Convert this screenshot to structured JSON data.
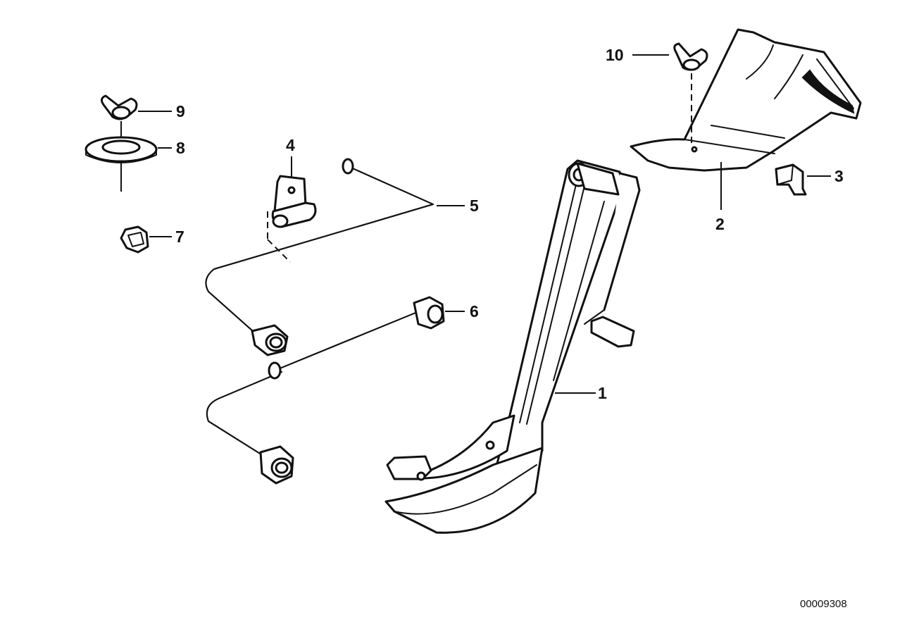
{
  "diagram": {
    "reference_number": "00009308",
    "callouts": [
      {
        "id": "1",
        "label": "1"
      },
      {
        "id": "2",
        "label": "2"
      },
      {
        "id": "3",
        "label": "3"
      },
      {
        "id": "4",
        "label": "4"
      },
      {
        "id": "5",
        "label": "5"
      },
      {
        "id": "6",
        "label": "6"
      },
      {
        "id": "7",
        "label": "7"
      },
      {
        "id": "8",
        "label": "8"
      },
      {
        "id": "9",
        "label": "9"
      },
      {
        "id": "10",
        "label": "10"
      }
    ],
    "colors": {
      "line": "#111111",
      "background": "#ffffff"
    }
  }
}
